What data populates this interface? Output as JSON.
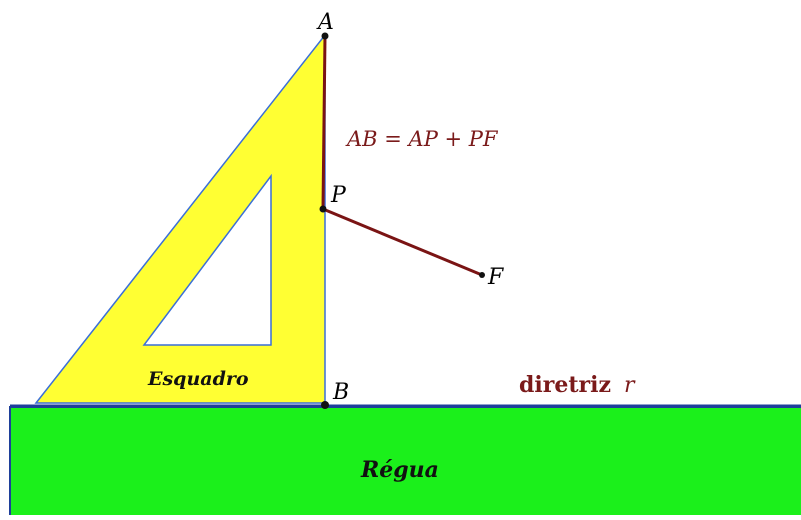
{
  "labels": {
    "point_a": "A",
    "point_b": "B",
    "point_p": "P",
    "point_f": "F",
    "relation": "AB = AP + PF",
    "square_tool": "Esquadro",
    "directrix_word": "diretriz",
    "directrix_symbol": "r",
    "ruler": "Régua"
  },
  "colors": {
    "background": "#ffffff",
    "square_fill": "#ffff33",
    "square_outline": "#3a6fd8",
    "ruler_fill": "#1bf01b",
    "ruler_outline": "#1e3f9a",
    "segment": "#7a1414",
    "point": "#111111",
    "relation_text": "#7a1a1a",
    "directrix_text": "#7a1a1a",
    "label_text": "#000000"
  }
}
